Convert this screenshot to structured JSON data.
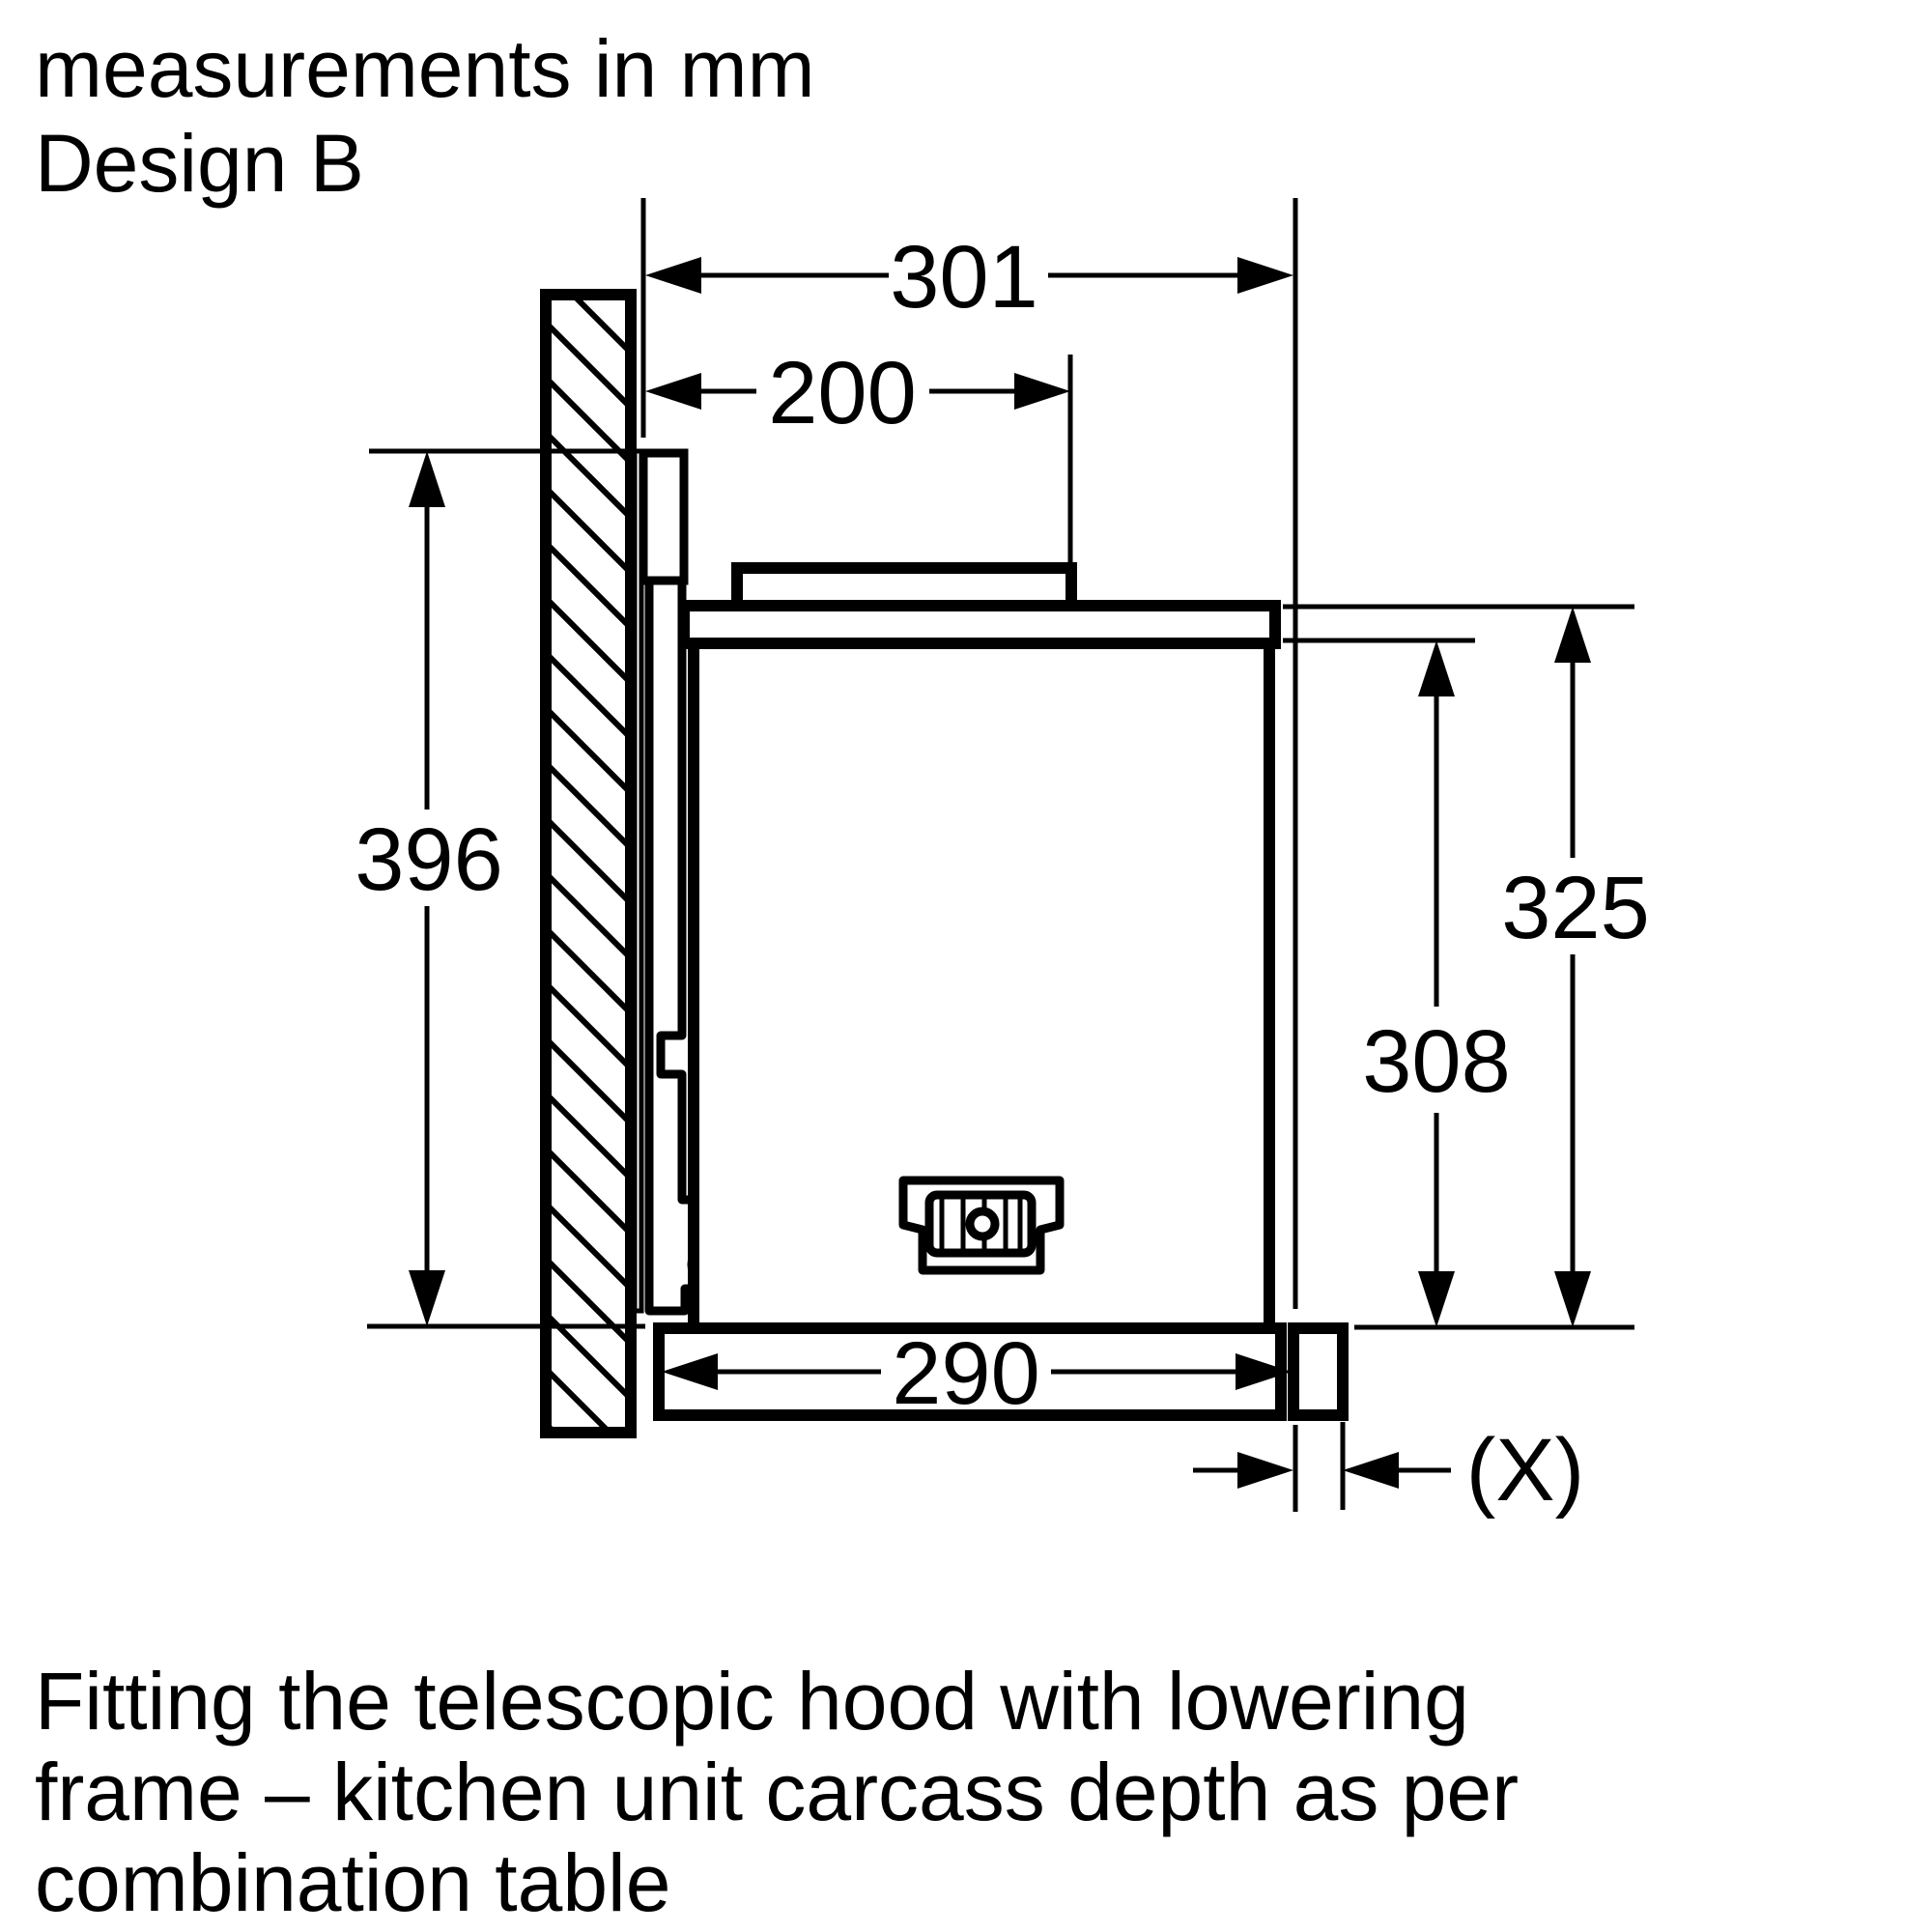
{
  "header": {
    "title": "measurements in mm",
    "subtitle": "Design B"
  },
  "diagram": {
    "units": "mm",
    "dimensions": {
      "overall_depth": "301",
      "duct_offset": "200",
      "mounting_height": "396",
      "carcass_outer_height": "325",
      "carcass_inner_height": "308",
      "visor_depth": "290",
      "front_protrusion": "(X)"
    }
  },
  "caption": {
    "line1": "Fitting the telescopic hood with lowering",
    "line2": "frame – kitchen unit carcass depth as per",
    "line3": "combination table"
  }
}
